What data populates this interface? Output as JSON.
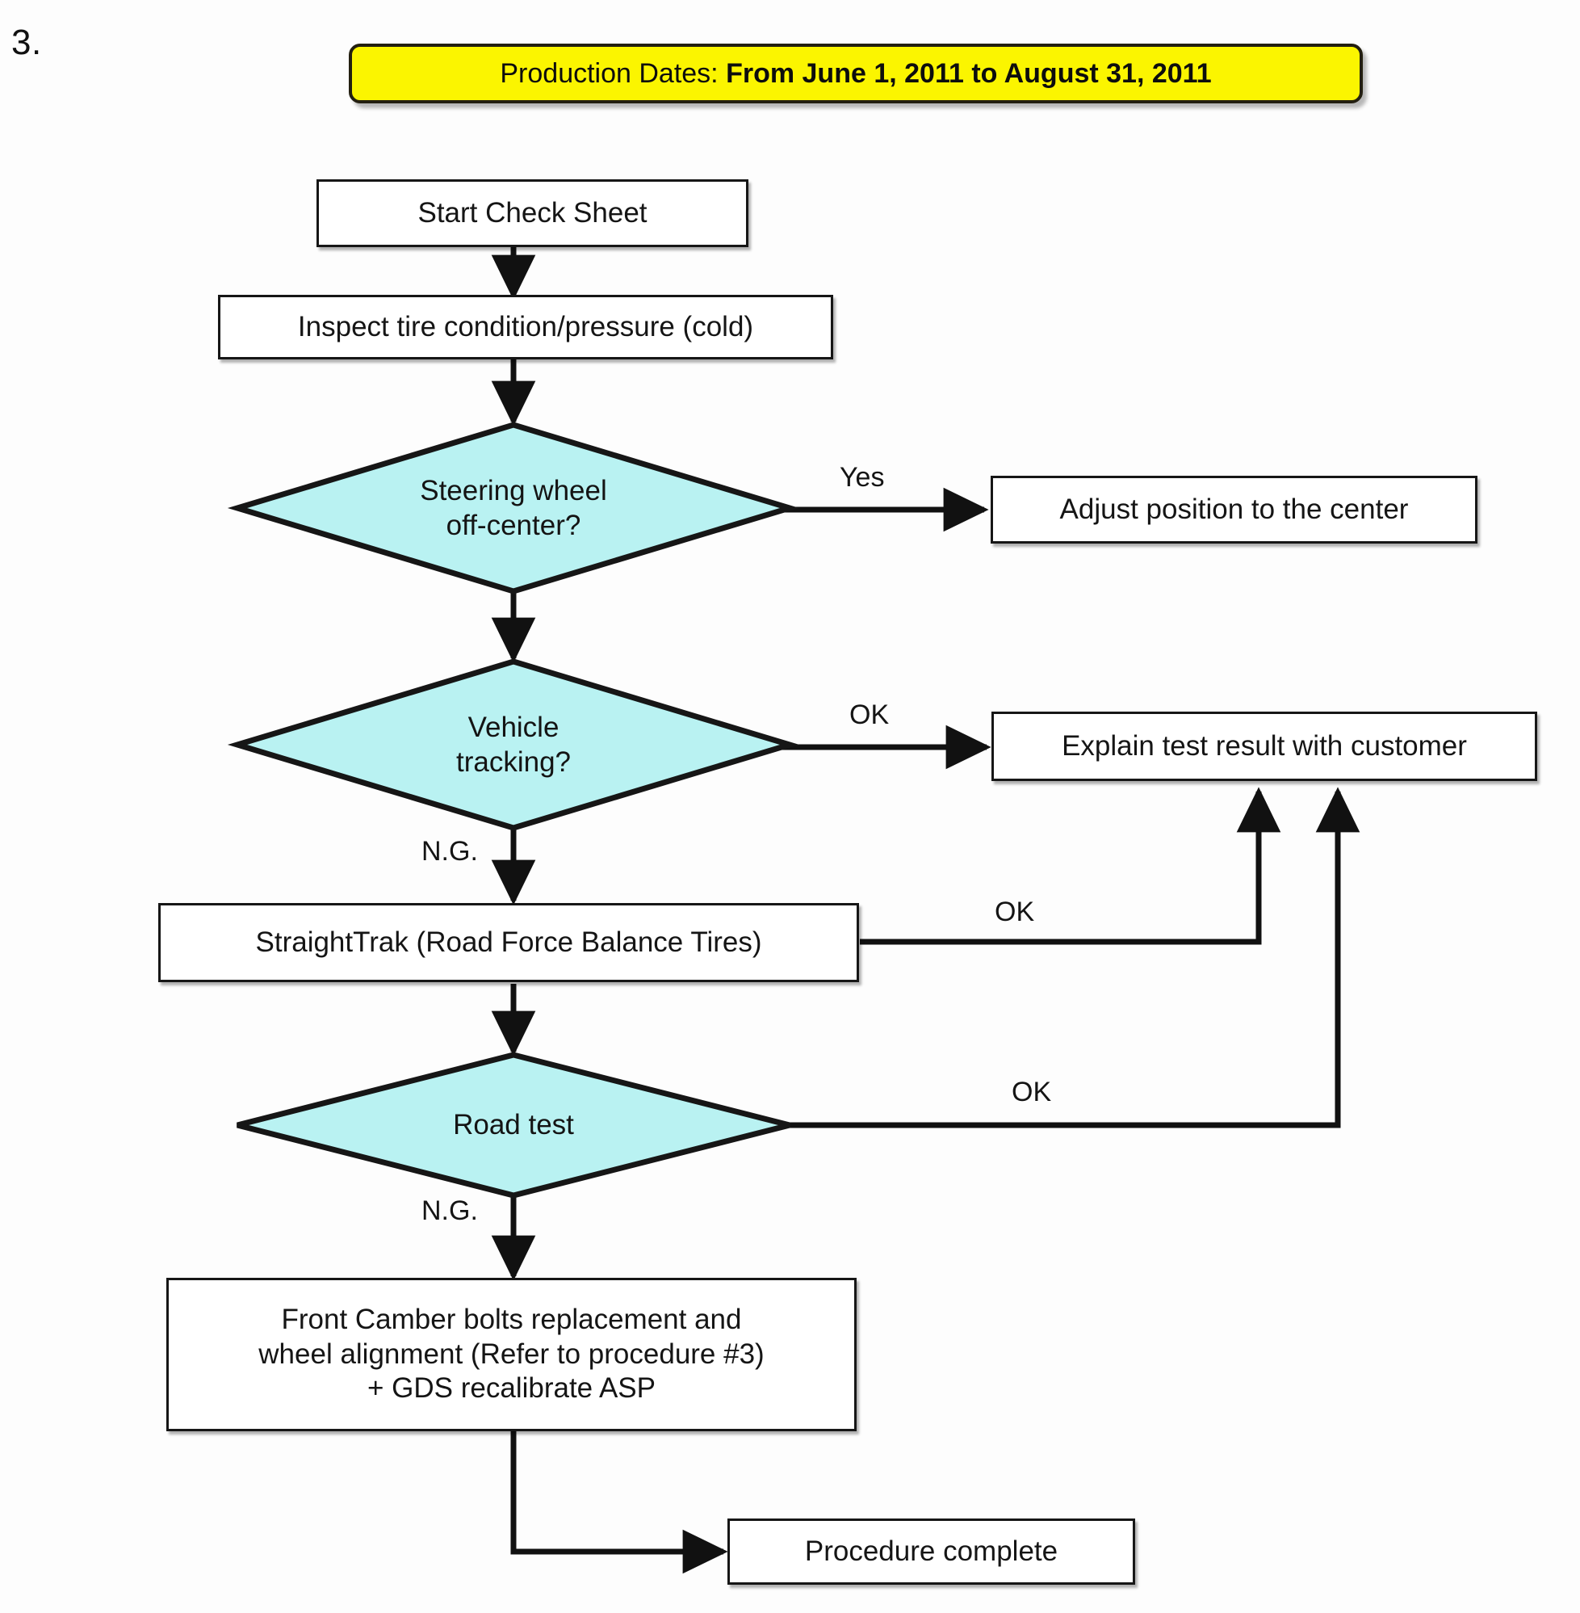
{
  "document": {
    "section_number": "3.",
    "banner": {
      "prefix": "Production Dates: ",
      "dates": "From June 1, 2011 to August 31, 2011"
    }
  },
  "colors": {
    "banner_fill": "#fbf500",
    "banner_border": "#231f10",
    "decision_fill": "#b9f2f2",
    "decision_stroke": "#161616",
    "process_fill": "#ffffff",
    "process_border": "#161616",
    "connector": "#111111",
    "page_background": "#fdfdfd"
  },
  "flowchart": {
    "type": "flowchart",
    "title": "Production Dates: From June 1, 2011 to August 31, 2011",
    "nodes": [
      {
        "id": "start",
        "shape": "process",
        "label": "Start Check Sheet"
      },
      {
        "id": "inspect",
        "shape": "process",
        "label": "Inspect tire condition/pressure (cold)"
      },
      {
        "id": "steering",
        "shape": "decision",
        "label_line1": "Steering wheel",
        "label_line2": "off-center?"
      },
      {
        "id": "adjust",
        "shape": "process",
        "label": "Adjust position to the center"
      },
      {
        "id": "tracking",
        "shape": "decision",
        "label_line1": "Vehicle",
        "label_line2": "tracking?"
      },
      {
        "id": "explain",
        "shape": "process",
        "label": "Explain test result with customer"
      },
      {
        "id": "straighttrak",
        "shape": "process",
        "label": "StraightTrak (Road Force Balance Tires)"
      },
      {
        "id": "roadtest",
        "shape": "decision",
        "label": "Road test"
      },
      {
        "id": "camber",
        "shape": "process",
        "label_line1": "Front Camber bolts replacement and",
        "label_line2": "wheel alignment (Refer to procedure #3)",
        "label_line3": "+ GDS recalibrate ASP"
      },
      {
        "id": "complete",
        "shape": "process",
        "label": "Procedure complete"
      }
    ],
    "edges": [
      {
        "from": "start",
        "to": "inspect",
        "label": ""
      },
      {
        "from": "inspect",
        "to": "steering",
        "label": ""
      },
      {
        "from": "steering",
        "to": "adjust",
        "label": "Yes"
      },
      {
        "from": "steering",
        "to": "tracking",
        "label": ""
      },
      {
        "from": "tracking",
        "to": "explain",
        "label": "OK"
      },
      {
        "from": "tracking",
        "to": "straighttrak",
        "label": "N.G."
      },
      {
        "from": "straighttrak",
        "to": "explain",
        "label": "OK"
      },
      {
        "from": "straighttrak",
        "to": "roadtest",
        "label": ""
      },
      {
        "from": "roadtest",
        "to": "explain",
        "label": "OK"
      },
      {
        "from": "roadtest",
        "to": "camber",
        "label": "N.G."
      },
      {
        "from": "camber",
        "to": "complete",
        "label": ""
      }
    ],
    "edge_labels": {
      "steering_yes": "Yes",
      "tracking_ok": "OK",
      "tracking_ng": "N.G.",
      "straighttrak_ok": "OK",
      "roadtest_ok": "OK",
      "roadtest_ng": "N.G."
    }
  }
}
